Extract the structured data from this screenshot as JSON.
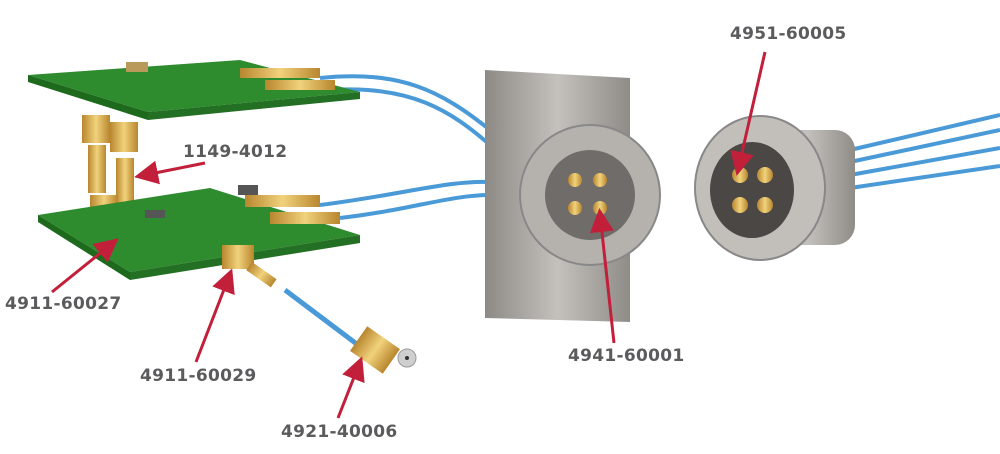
{
  "colors": {
    "label": "#5b5b5d",
    "arrow": "#c21f3a",
    "pcb": "#2e8b2e",
    "cable": "#4a9ad8",
    "gold": "#d4a94a",
    "steel": "#a9a6a2"
  },
  "labels": {
    "connector_4951": "4951-60005",
    "adapter_1149": "1149-4012",
    "pcb_jack_60027": "4911-60027",
    "pcb_jack_60029": "4911-60029",
    "flange_4941": "4941-60001",
    "cable_plug_4921": "4921-40006"
  }
}
